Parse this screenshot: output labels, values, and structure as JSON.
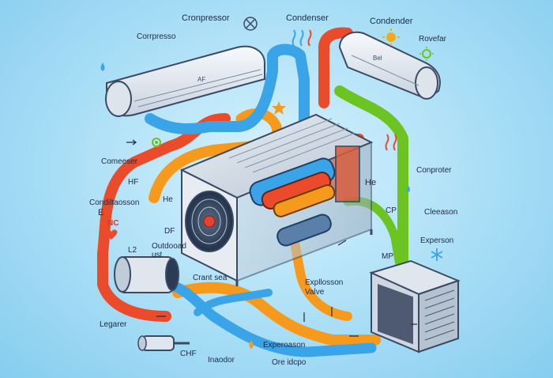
{
  "labels": {
    "compressor_top": "Cronpressor",
    "compresso_left": "Corrpresso",
    "condenser_top": "Condenser",
    "condender_right": "Condender",
    "rowefar": "Rovefar",
    "compresser_left": "Comeeser",
    "hf": "HF",
    "conditioning": "Condiltaosson",
    "e_letter": "E",
    "nc": "NC",
    "he_left": "He",
    "df": "DF",
    "outdoor_unit": "Outdooad\nust",
    "l2": "L2",
    "crant_sea": "Crant sea",
    "legarer": "Legarer",
    "chf": "CHF",
    "indoor": "Inaodor",
    "expansion_bottom": "Experoason",
    "ore_dcpo": "Ore idcpo",
    "expansion_valve": "Expllosson\nValve",
    "mp": "MP",
    "he_right": "He",
    "cp": "CP",
    "compreter_right": "Conproter",
    "cleason": "Cleeason",
    "experson": "Experson",
    "af_unit_label": "AF",
    "bf_unit_label": "Bel"
  },
  "colors": {
    "pipe_red": "#ea4b2a",
    "pipe_orange": "#f59a1c",
    "pipe_blue": "#3aa4e8",
    "pipe_green": "#6cc423",
    "fan_red": "#e8412e",
    "sun_yellow": "#f4a81c",
    "background": "#a9def6"
  }
}
